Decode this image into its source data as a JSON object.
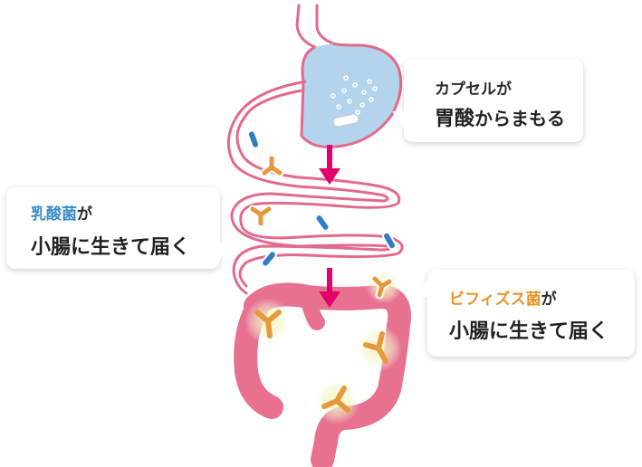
{
  "callouts": {
    "capsule": {
      "line1": "カプセルが",
      "line2_main": "胃酸",
      "line2_rest": "からまもる"
    },
    "lactic": {
      "line1_name": "乳酸菌",
      "line1_particle": "が",
      "line2": "小腸に生きて届く"
    },
    "bifido": {
      "line1_name": "ビフィズス菌",
      "line1_particle": "が",
      "line2": "小腸に生きて届く"
    }
  },
  "colors": {
    "organ_outline": "#e26a8c",
    "large_intestine": "#e7718e",
    "stomach_acid": "#b3d4ec",
    "arrow": "#e3006e",
    "lactic_bacteria": "#2f7fc4",
    "bifido_bacteria": "#e69a3b",
    "lactic_label": "#3a8cc9",
    "bifido_label": "#e8952c"
  }
}
